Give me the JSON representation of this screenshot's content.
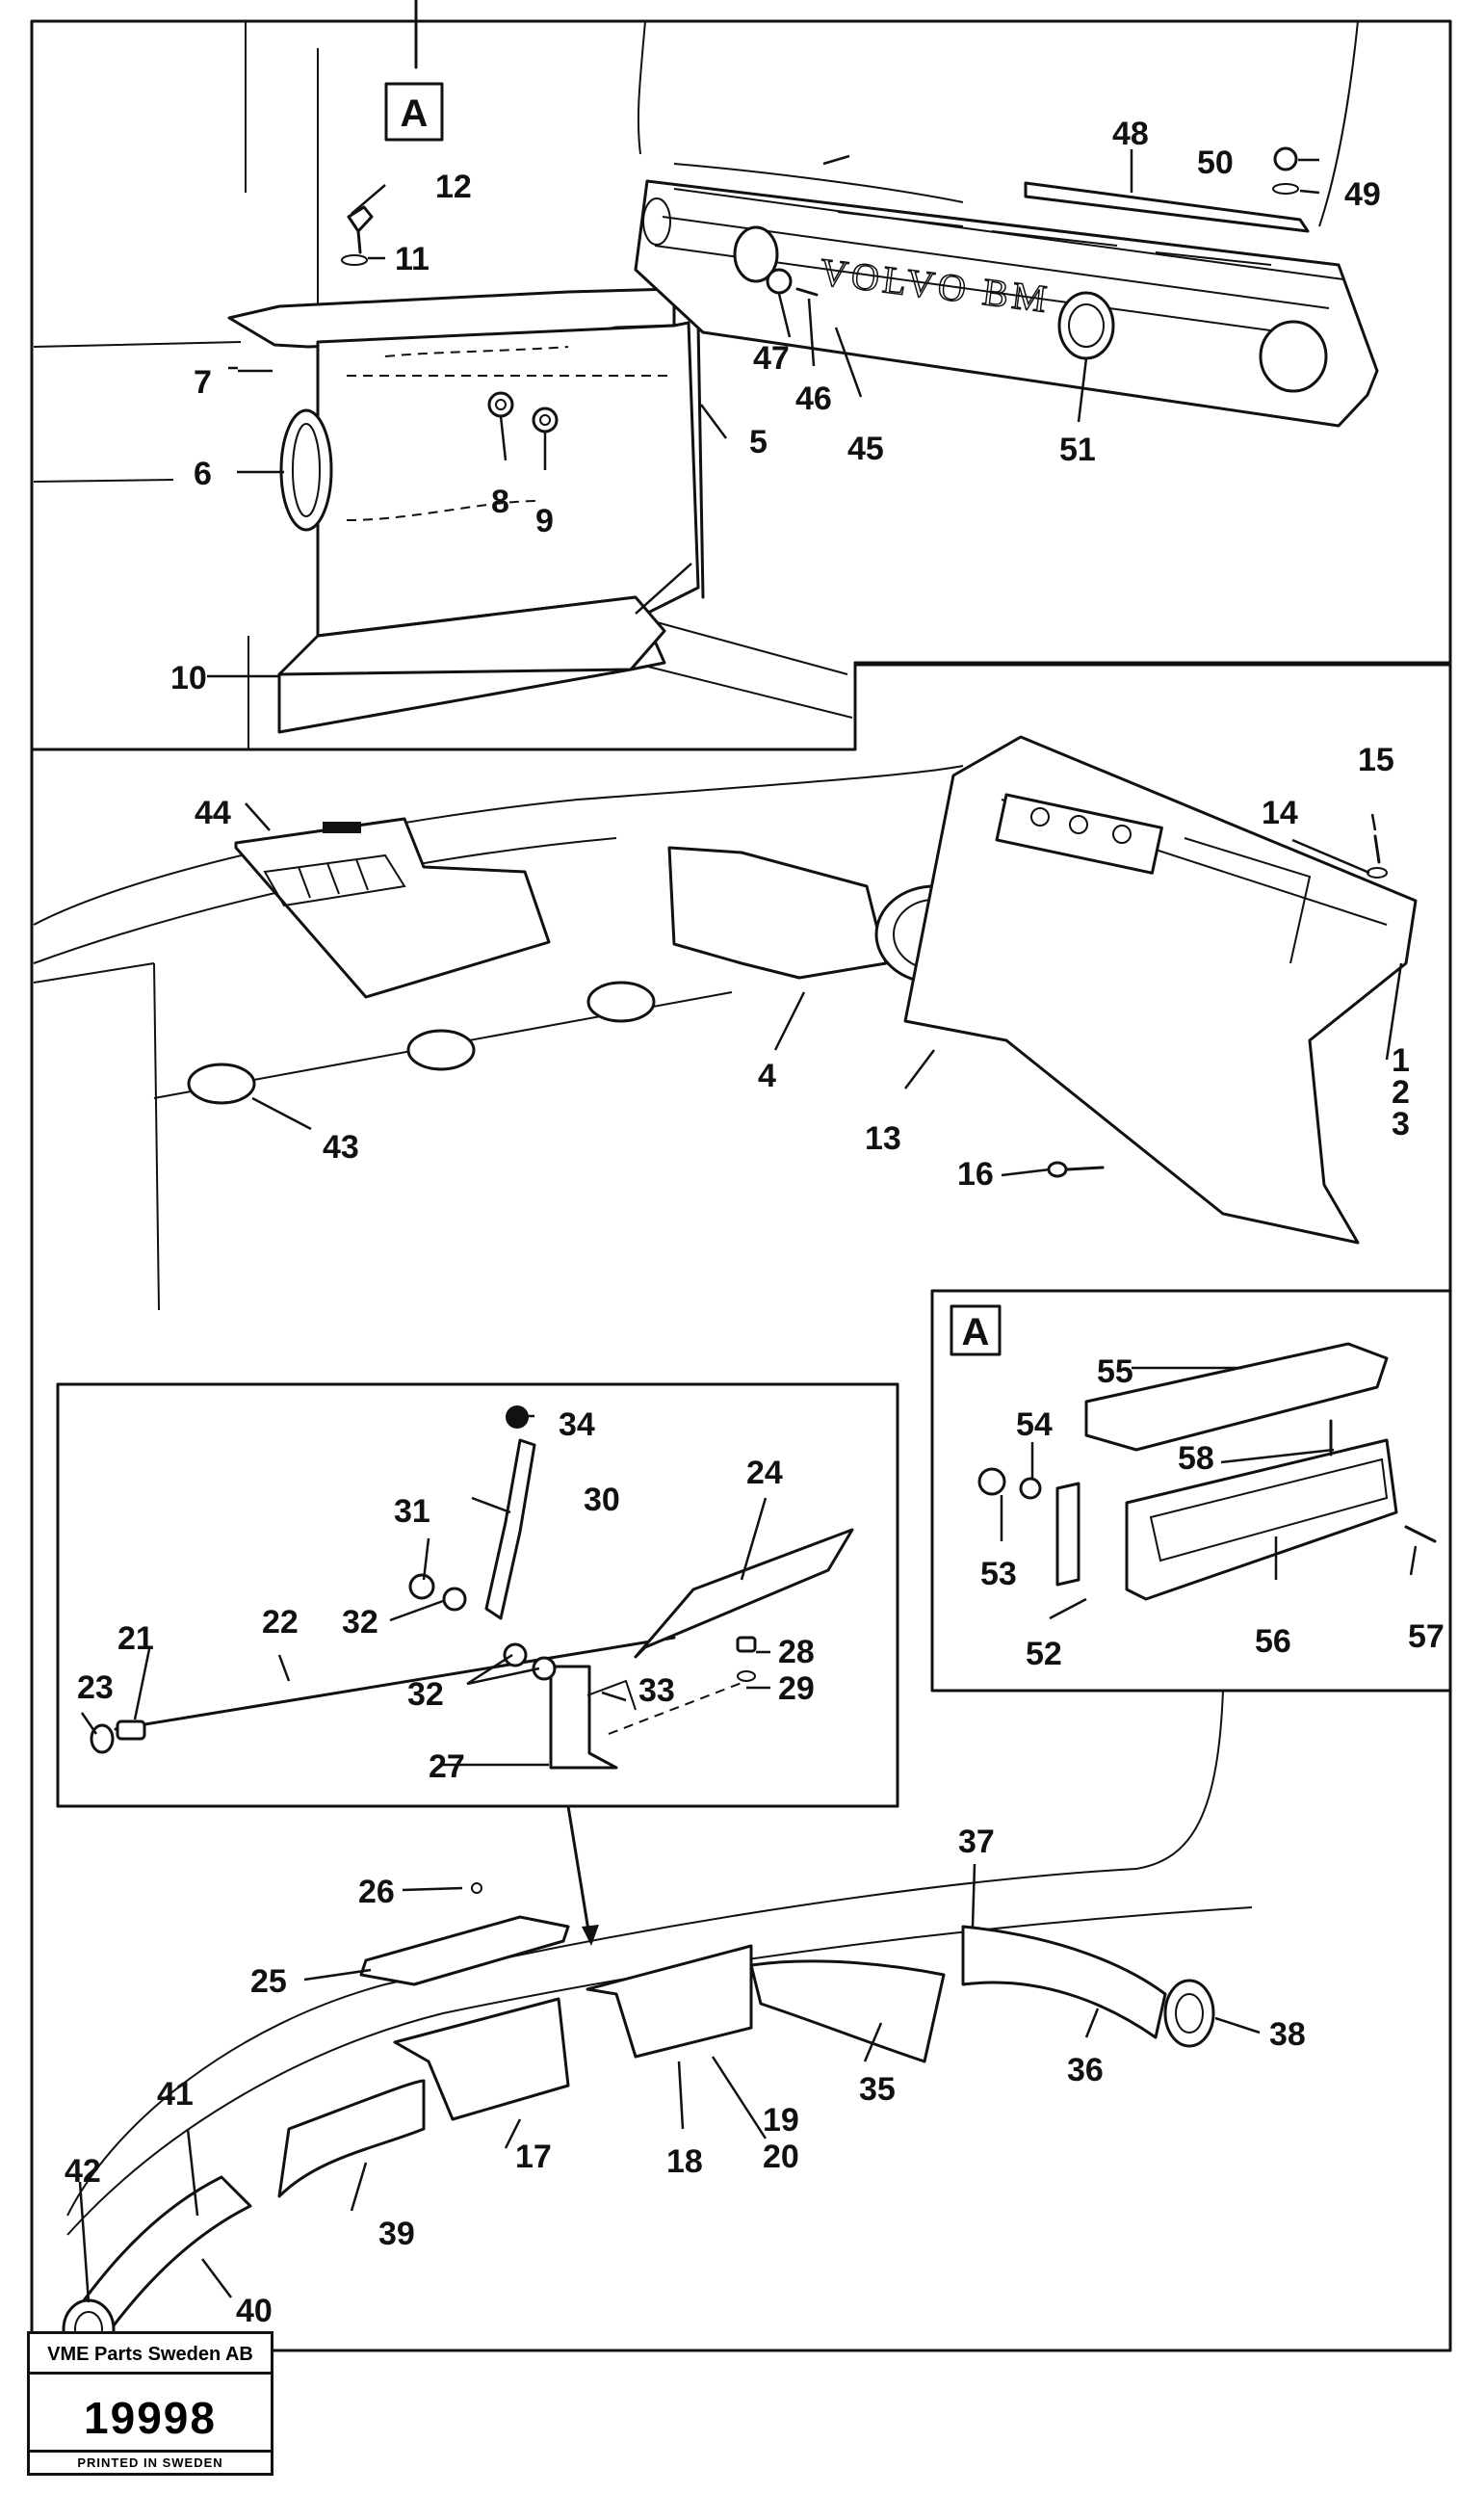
{
  "view_marker": "A",
  "title_block": {
    "company": "VME Parts Sweden AB",
    "drawing_number": "19998",
    "printed": "PRINTED IN SWEDEN"
  },
  "logo_text": "VOLVO BM",
  "part_labels": {
    "p1": "1",
    "p2": "2",
    "p3": "3",
    "p4": "4",
    "p5": "5",
    "p6": "6",
    "p7": "7",
    "p8": "8",
    "p9": "9",
    "p10": "10",
    "p11": "11",
    "p12": "12",
    "p13": "13",
    "p14": "14",
    "p15": "15",
    "p16": "16",
    "p17": "17",
    "p18": "18",
    "p19": "19",
    "p20": "20",
    "p21": "21",
    "p22": "22",
    "p23": "23",
    "p24": "24",
    "p25": "25",
    "p26": "26",
    "p27": "27",
    "p28": "28",
    "p29": "29",
    "p30": "30",
    "p31": "31",
    "p32": "32",
    "p33": "33",
    "p34": "34",
    "p35": "35",
    "p36": "36",
    "p37": "37",
    "p38": "38",
    "p39": "39",
    "p40": "40",
    "p41": "41",
    "p42": "42",
    "p43": "43",
    "p44": "44",
    "p45": "45",
    "p46": "46",
    "p47": "47",
    "p48": "48",
    "p49": "49",
    "p50": "50",
    "p51": "51",
    "p52": "52",
    "p53": "53",
    "p54": "54",
    "p55": "55",
    "p56": "56",
    "p57": "57",
    "p58": "58"
  }
}
